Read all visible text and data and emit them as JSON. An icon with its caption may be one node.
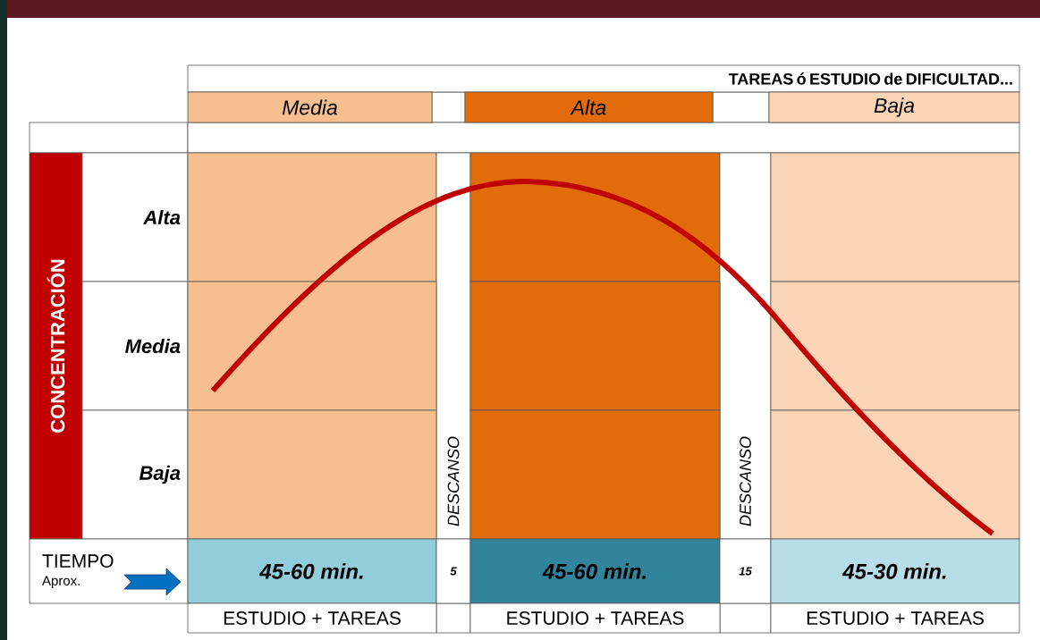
{
  "diagram": {
    "nodes": [
      {
        "text": [
          "TAREAS ó ESTUDIO de DIFICULTAD..."
        ]
      },
      {
        "text": [
          "Media"
        ]
      },
      {
        "text": [
          "Alta"
        ]
      },
      {
        "text": [
          "Baja"
        ]
      },
      {
        "text": [
          "CONCENTRACIÓN"
        ]
      },
      {
        "text": [
          "Alta"
        ]
      },
      {
        "text": [
          "Media"
        ]
      },
      {
        "text": [
          "Baja"
        ]
      },
      {
        "text": [],
        "shape": "box"
      },
      {
        "text": [
          "DESCANSO"
        ]
      },
      {
        "text": [],
        "shape": "box"
      },
      {
        "text": [
          "DESCANSO"
        ]
      },
      {
        "text": [],
        "shape": "box"
      },
      {
        "text": [],
        "shape": "box"
      },
      {
        "text": [],
        "shape": "box"
      },
      {
        "text": [],
        "shape": "box"
      },
      {
        "text": [],
        "shape": "box"
      },
      {
        "text": [],
        "shape": "box"
      },
      {
        "text": [],
        "shape": "box"
      },
      {
        "text": [
          "TIEMPO",
          "Aprox."
        ]
      },
      {
        "text": [
          "45-60 min."
        ]
      },
      {
        "text": [
          "5"
        ]
      },
      {
        "text": [
          "45-60 min."
        ]
      },
      {
        "text": [
          "15"
        ]
      },
      {
        "text": [
          "45-30 min."
        ]
      },
      {
        "text": [
          "ESTUDIO + TAREAS"
        ]
      },
      {
        "text": [
          "ESTUDIO + TAREAS"
        ]
      },
      {
        "text": [
          "ESTUDIO + TAREAS"
        ]
      }
    ]
  }
}
